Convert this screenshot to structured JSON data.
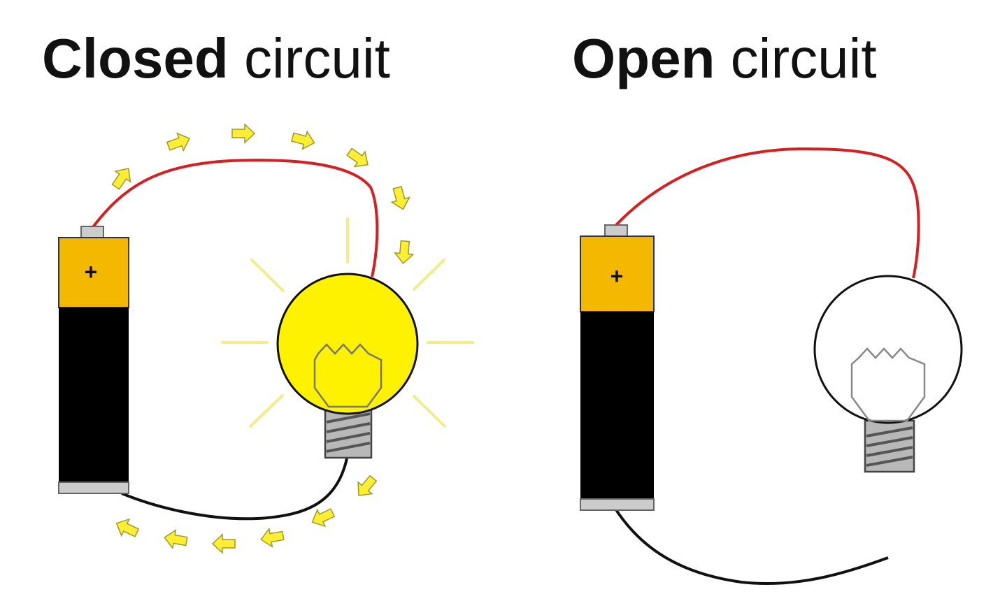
{
  "panels": {
    "closed": {
      "title_bold": "Closed",
      "title_rest": " circuit",
      "battery_sign": "+",
      "bulb_lit": true
    },
    "open": {
      "title_bold": "Open",
      "title_rest": " circuit",
      "battery_sign": "+",
      "bulb_lit": false
    }
  },
  "colors": {
    "battery_cap": "#f5b800",
    "battery_body": "#000000",
    "terminal": "#cccccc",
    "wire_positive": "#d42020",
    "wire_negative": "#111111",
    "bulb_lit": "#fff200",
    "bulb_unlit": "#ffffff",
    "light_rays": "#f3ec8a",
    "flow_arrows": "#ffee33",
    "base_gray": "#b8b8b8"
  },
  "icons": {
    "flow": "current-flow-arrow-icon",
    "bulb": "light-bulb-icon",
    "battery": "battery-icon"
  }
}
